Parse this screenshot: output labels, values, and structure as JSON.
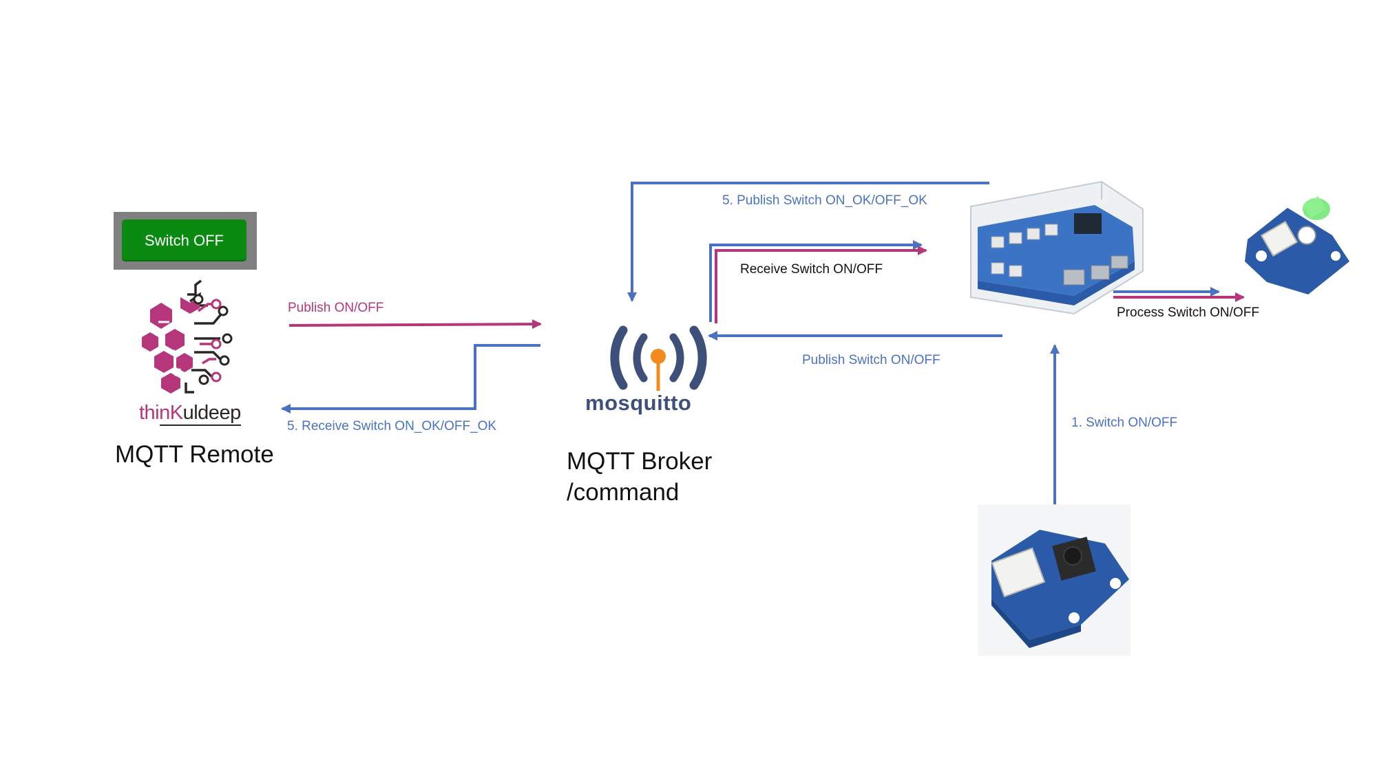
{
  "remote": {
    "switch_button_label": "Switch OFF",
    "brand_name_colored": "thin",
    "brand_name_k": "K",
    "brand_name_rest": "uldeep",
    "title": "MQTT Remote"
  },
  "broker": {
    "logo_text": "mosquitto",
    "title_line1": "MQTT Broker",
    "title_line2": "/command"
  },
  "edges": {
    "publish_on_off_remote": "Publish ON/OFF",
    "receive_ok_remote": "5. Receive Switch ON_OK/OFF_OK",
    "publish_ok_top": "5. Publish Switch ON_OK/OFF_OK",
    "receive_switch": "Receive Switch ON/OFF",
    "publish_switch_device": "Publish Switch ON/OFF",
    "process_switch": "Process Switch ON/OFF",
    "switch_on_off": "1. Switch ON/OFF"
  },
  "colors": {
    "blue_arrow": "#4a72c1",
    "magenta_arrow": "#b5367b",
    "button_green": "#0b8a12",
    "brand_dark": "#2a2623",
    "pcb_blue": "#2a5aa8"
  },
  "icons": [
    "brain-circuit-icon",
    "mosquitto-antenna-icon",
    "raspberry-pi-board-icon",
    "led-module-icon",
    "button-module-icon"
  ]
}
